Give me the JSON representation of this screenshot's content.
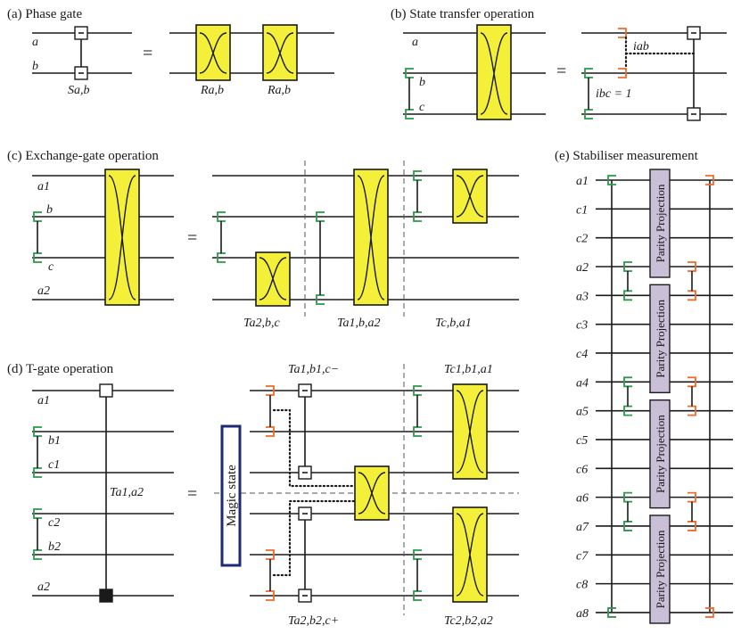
{
  "panels": {
    "a": {
      "title": "(a) Phase gate",
      "wire_labels": [
        "a",
        "b"
      ],
      "gate_label": "S_{a,b}",
      "gate_label_text": "Sa,b",
      "equals": "=",
      "rhs_labels": [
        "Ra,b",
        "Ra,b"
      ]
    },
    "b": {
      "title": "(b) State transfer operation",
      "wire_labels": [
        "a",
        "b",
        "c"
      ],
      "equals": "=",
      "dotted_label": "iab",
      "link_label": "ibc = 1"
    },
    "c": {
      "title": "(c) Exchange-gate operation",
      "wire_labels": [
        "a1",
        "b",
        "c",
        "a2"
      ],
      "equals": "=",
      "step_labels": [
        "Ta2,b,c",
        "Ta1,b,a2",
        "Tc,b,a1"
      ]
    },
    "d": {
      "title": "(d) T-gate operation",
      "wire_labels": [
        "a1",
        "b1",
        "c1",
        "c2",
        "b2",
        "a2"
      ],
      "gate_label": "Ta1,a2",
      "equals": "=",
      "magic_state": "Magic state",
      "step_labels": [
        "Ta1,b1,c−",
        "Tc1,b1,a1",
        "Ta2,b2,c+",
        "Tc2,b2,a2"
      ]
    },
    "e": {
      "title": "(e) Stabiliser measurement",
      "wire_labels": [
        "a1",
        "c1",
        "c2",
        "a2",
        "a3",
        "c3",
        "c4",
        "a4",
        "a5",
        "c5",
        "c6",
        "a6",
        "a7",
        "c7",
        "c8",
        "a8"
      ],
      "parity_label": "Parity Projection"
    }
  },
  "colors": {
    "gate_fill": "#f4f03a",
    "green_bracket": "#2a9a48",
    "orange_bracket": "#f06a2a",
    "parity_fill": "#c9bfd6",
    "magic_border": "#1c2a7a"
  }
}
